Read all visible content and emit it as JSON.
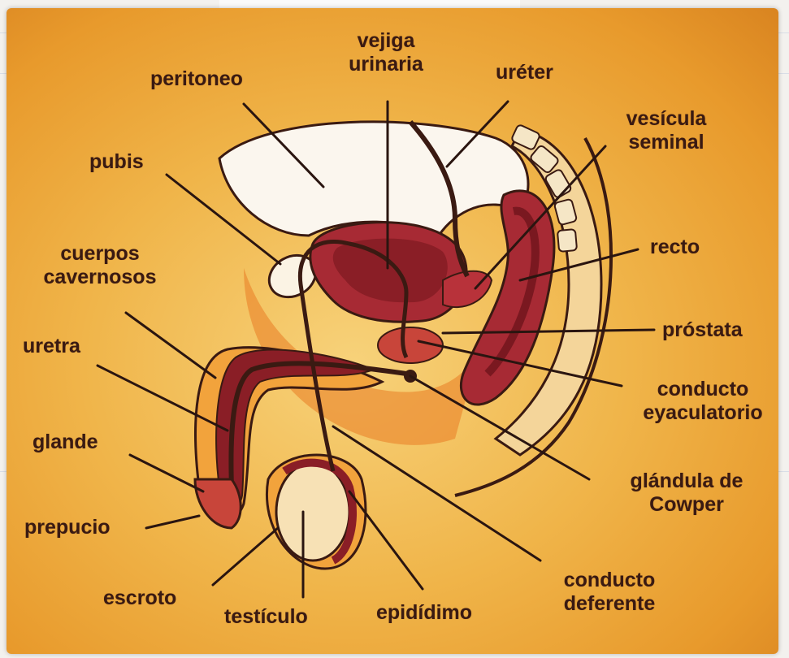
{
  "labels": {
    "peritoneo": "peritoneo",
    "vejiga_1": "vejiga",
    "vejiga_2": "urinaria",
    "ureter": "uréter",
    "vesicula_1": "vesícula",
    "vesicula_2": "seminal",
    "pubis": "pubis",
    "cuerpos_1": "cuerpos",
    "cuerpos_2": "cavernosos",
    "uretra": "uretra",
    "recto": "recto",
    "prostata": "próstata",
    "conducto_eyac_1": "conducto",
    "conducto_eyac_2": "eyaculatorio",
    "glande": "glande",
    "glandula_1": "glándula de",
    "glandula_2": "Cowper",
    "prepucio": "prepucio",
    "conducto_def_1": "conducto",
    "conducto_def_2": "deferente",
    "escroto": "escroto",
    "testiculo": "testículo",
    "epididimo": "epidídimo"
  },
  "colors": {
    "label_text": "#3a1a12",
    "leader_line": "#2a1510",
    "organ_dark": "#8a1e26",
    "organ_mid": "#b8323a",
    "bladder_white": "#fbf6ee",
    "tissue_orange": "#f2a33c"
  }
}
